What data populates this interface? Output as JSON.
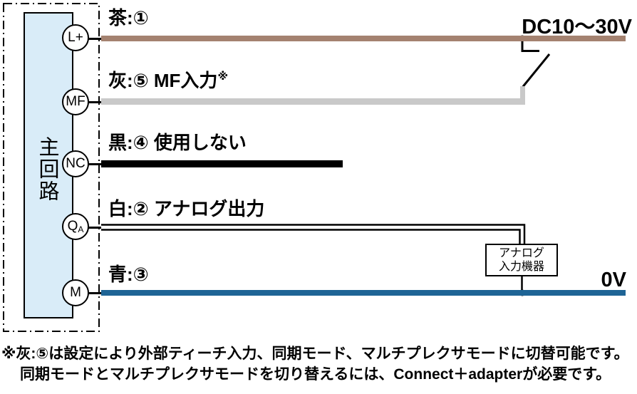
{
  "diagram": {
    "main_circuit_label": "主回路",
    "terminals": [
      {
        "label": "L+"
      },
      {
        "label": "MF"
      },
      {
        "label": "NC"
      },
      {
        "label": "Q",
        "sub": "A"
      },
      {
        "label": "M"
      }
    ],
    "wires": {
      "brown": {
        "label": "茶:①",
        "color": "#a48270"
      },
      "gray": {
        "label": "灰:⑤ MF入力",
        "note_marker": "※",
        "color": "#c9c9c9"
      },
      "black": {
        "label": "黒:④ 使用しない",
        "color": "#000000"
      },
      "white": {
        "label": "白:② アナログ出力",
        "color": "#ffffff"
      },
      "blue": {
        "label": "青:③",
        "color": "#1e6495"
      }
    },
    "power_label": "DC10～30V",
    "ground_label": "0V",
    "analog_device": {
      "line1": "アナログ",
      "line2": "入力機器"
    },
    "colors": {
      "panel_fill": "#d9ecf8",
      "brown": "#a48270",
      "gray": "#c9c9c9",
      "black": "#000000",
      "blue": "#1e6495"
    },
    "notes": {
      "line1": "※灰:⑤は設定により外部ティーチ入力、同期モード、マルチプレクサモードに切替可能です。",
      "line2": "同期モードとマルチプレクサモードを切り替えるには、Connect＋adapterが必要です。"
    }
  }
}
